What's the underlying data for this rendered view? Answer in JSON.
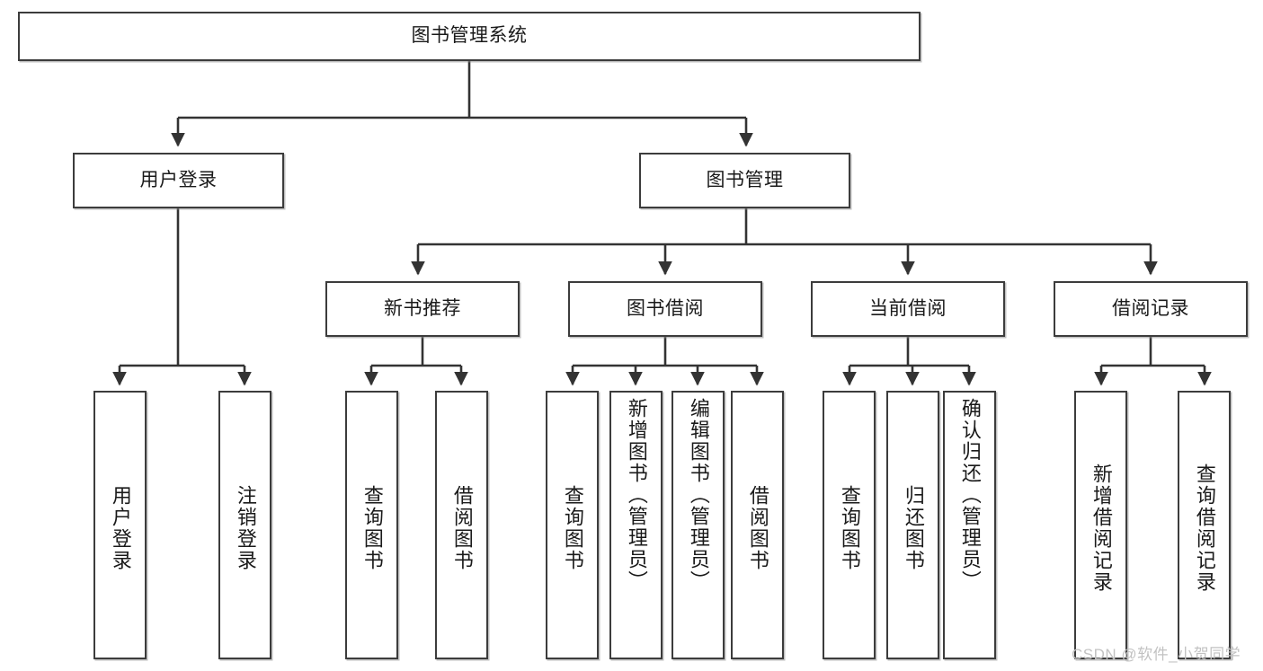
{
  "diagram": {
    "type": "tree-hierarchy",
    "title": "图书管理系统",
    "watermark": "CSDN @软件_小贺同学",
    "colors": {
      "node_border": "#3c3c3c",
      "node_fill": "#ffffff",
      "edge": "#333333",
      "text": "#1a1a1a",
      "watermark": "#c2c2c2"
    },
    "levels": {
      "root": {
        "label": "图书管理系统"
      },
      "level2": [
        {
          "label": "用户登录"
        },
        {
          "label": "图书管理"
        }
      ],
      "level3": [
        {
          "label": "新书推荐"
        },
        {
          "label": "图书借阅"
        },
        {
          "label": "当前借阅"
        },
        {
          "label": "借阅记录"
        }
      ],
      "leaves": [
        {
          "label": "用户登录"
        },
        {
          "label": "注销登录"
        },
        {
          "label": "查询图书"
        },
        {
          "label": "借阅图书"
        },
        {
          "label": "查询图书"
        },
        {
          "label": "新增图书（管理员）"
        },
        {
          "label": "编辑图书（管理员）"
        },
        {
          "label": "借阅图书"
        },
        {
          "label": "查询图书"
        },
        {
          "label": "归还图书"
        },
        {
          "label": "确认归还（管理员）"
        },
        {
          "label": "新增借阅记录"
        },
        {
          "label": "查询借阅记录"
        }
      ]
    }
  }
}
